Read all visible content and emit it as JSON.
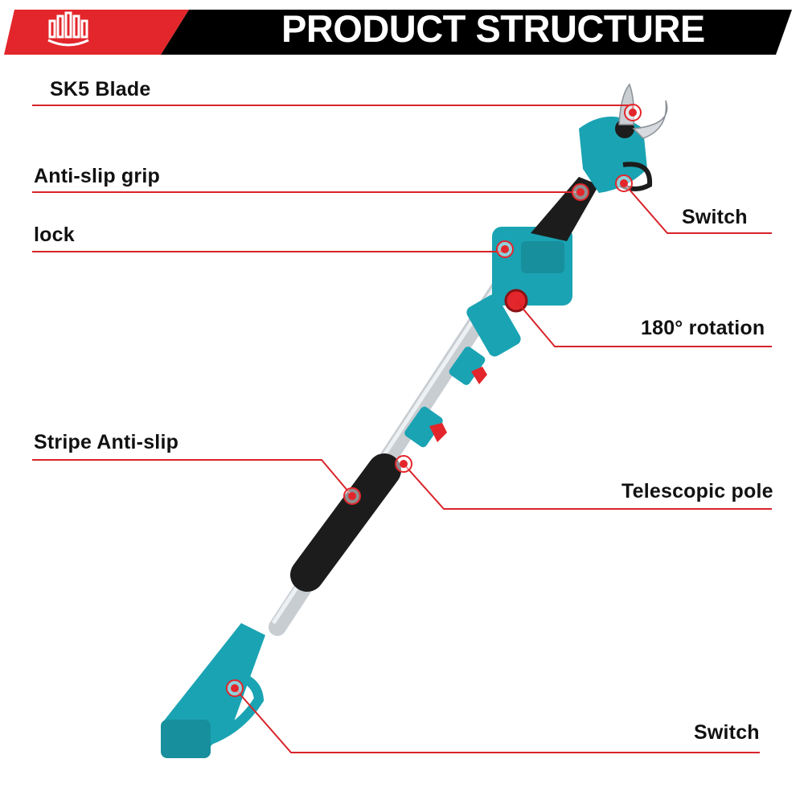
{
  "header": {
    "title": "PRODUCT STRUCTURE",
    "logo_icon": "brand-logo-icon",
    "colors": {
      "bar": "#000000",
      "accent": "#e3262b",
      "text": "#ffffff"
    }
  },
  "product": {
    "body_color": "#1aa3b3",
    "grip_color": "#1c1c1c",
    "pole_color": "#c8cdd2",
    "lever_color": "#e3262b"
  },
  "callouts": [
    {
      "id": "sk5-blade",
      "label": "SK5 Blade"
    },
    {
      "id": "anti-slip-grip",
      "label": "Anti-slip grip"
    },
    {
      "id": "switch-top",
      "label": "Switch"
    },
    {
      "id": "lock",
      "label": "lock"
    },
    {
      "id": "rotation",
      "label": "180° rotation"
    },
    {
      "id": "stripe-anti-slip",
      "label": "Stripe Anti-slip"
    },
    {
      "id": "telescopic-pole",
      "label": "Telescopic pole"
    },
    {
      "id": "switch-bottom",
      "label": "Switch"
    }
  ],
  "line_color": "#d8242a"
}
